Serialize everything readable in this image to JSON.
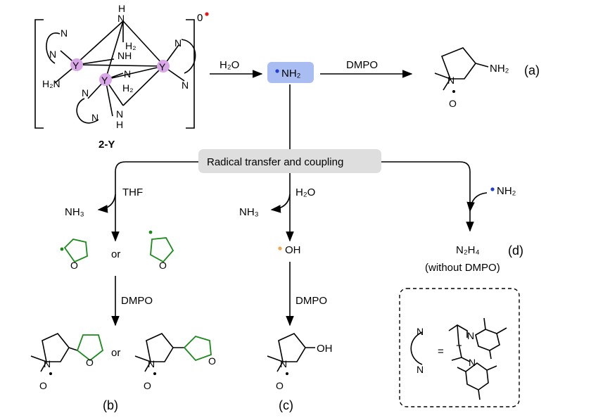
{
  "complex": {
    "atoms": {
      "n": "N",
      "y": "Y",
      "nh": "NH",
      "h": "H",
      "h2n": "H₂N",
      "h2": "H₂"
    },
    "charge": "0",
    "label": "2-Y"
  },
  "reactant_h2o": "H₂O",
  "amino_radical": "NH₂",
  "dmpo": "DMPO",
  "product_a": {
    "nh2": "NH₂",
    "n": "N",
    "o": "O",
    "label": "(a)"
  },
  "radical_transfer": "Radical transfer and coupling",
  "branch_b": {
    "solvent": "THF",
    "byproduct": "NH₃",
    "or": "or",
    "o": "O",
    "n": "N",
    "dmpo": "DMPO",
    "label": "(b)"
  },
  "branch_c": {
    "reagent": "H₂O",
    "byproduct": "NH₃",
    "radical": "OH",
    "dmpo": "DMPO",
    "oh": "OH",
    "n": "N",
    "o": "O",
    "label": "(c)"
  },
  "branch_d": {
    "reagent": "NH₂",
    "product": "N₂H₄",
    "label": "(d)",
    "note": "(without DMPO)"
  },
  "legend": {
    "n": "N",
    "eq": "=",
    "minus": "−"
  },
  "colors": {
    "blue": "#1f3fd8",
    "green": "#1a8a1a",
    "orange": "#f4a44a",
    "red": "#e8141e",
    "pink": "#d9a6e8",
    "box_blue": "#aabdf2",
    "box_gray": "#dedede"
  }
}
